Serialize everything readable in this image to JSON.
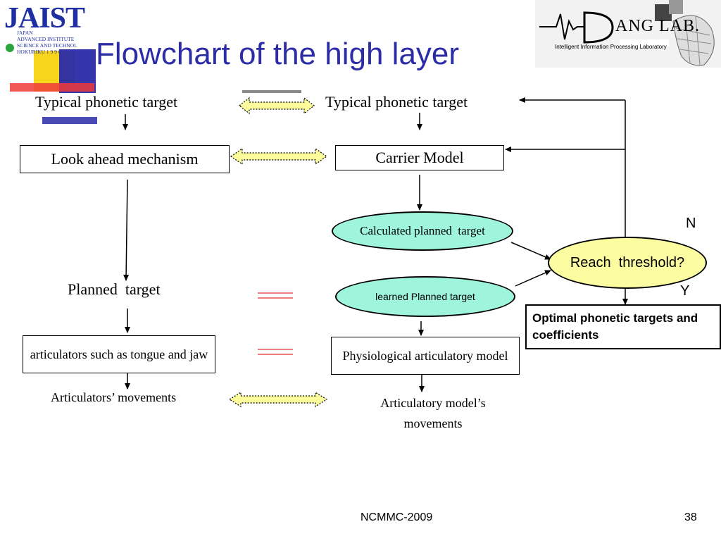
{
  "slide": {
    "title": "Flowchart of the high layer",
    "footer_center": "NCMMC-2009",
    "page_number": "38"
  },
  "logo_left": {
    "name": "JAIST",
    "lines": [
      "JAPAN",
      "ADVANCED   INSTITUTE",
      "SCIENCE AND TECHNOL",
      "HOKURIKU   1 9 9 0"
    ]
  },
  "logo_right": {
    "name": "ANG LAB.",
    "subtitle": "Intelligent Information Processing Laboratory"
  },
  "left_column": {
    "typical_target": "Typical phonetic target",
    "look_ahead": "Look ahead mechanism",
    "planned_target": "Planned  target",
    "articulators": "articulators such as tongue and jaw",
    "movements": "Articulators’ movements"
  },
  "right_column": {
    "typical_target": "Typical phonetic target",
    "carrier_model": "Carrier Model",
    "calculated_target": "Calculated planned  target",
    "learned_target": "learned Planned target",
    "physio_model": "Physiological articulatory model",
    "movements": "Articulatory model’s movements"
  },
  "decision": {
    "question": "Reach  threshold?",
    "no_label": "N",
    "yes_label": "Y",
    "output": "Optimal phonetic targets and coefficients"
  },
  "colors": {
    "title": "#2c2ca6",
    "ellipse_fill": "#9ff5dc",
    "decision_fill": "#fcfca0",
    "double_arrow_fill": "#fcfc9c",
    "equals_mark": "#e03030",
    "deco_yellow": "#f6d51c",
    "deco_blue": "#2a2aa8",
    "deco_red": "#f03a3a"
  }
}
